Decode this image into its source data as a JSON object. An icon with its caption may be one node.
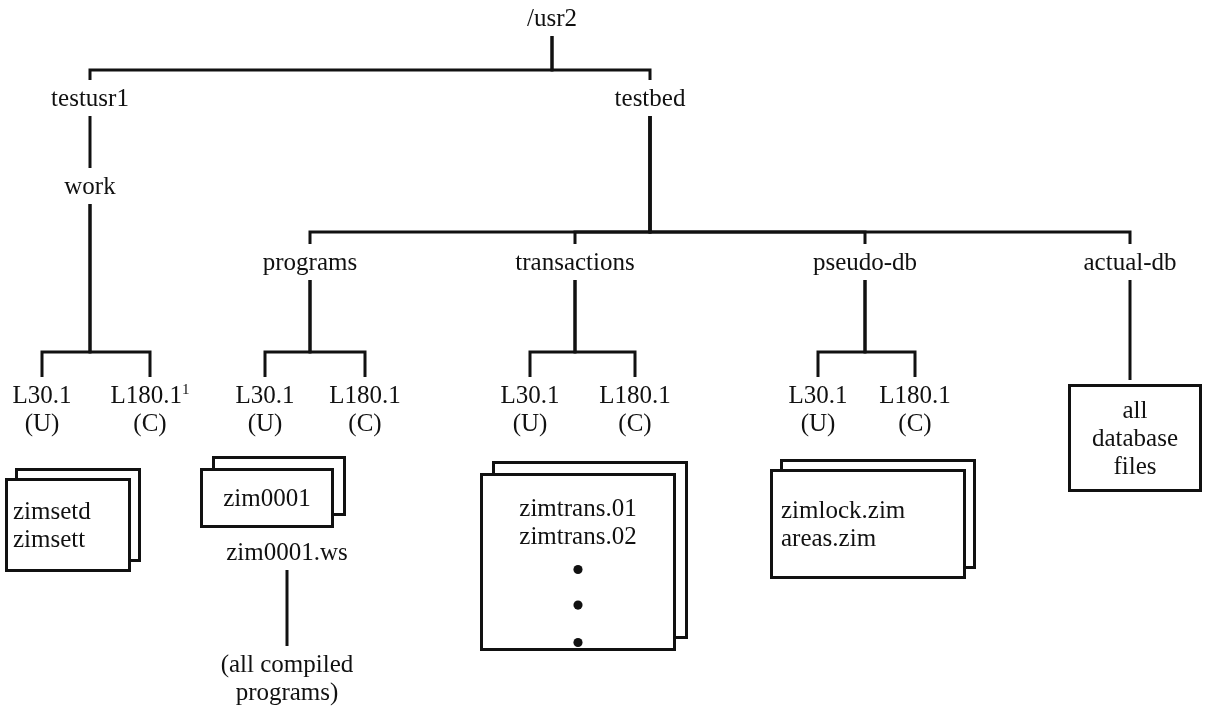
{
  "diagram": {
    "nodes": [
      {
        "text": [
          "/usr2"
        ]
      },
      {
        "text": [
          "testusr1"
        ]
      },
      {
        "text": [
          "testbed"
        ]
      },
      {
        "text": [
          "work"
        ]
      },
      {
        "text": [
          "programs"
        ]
      },
      {
        "text": [
          "transactions"
        ]
      },
      {
        "text": [
          "pseudo-db"
        ]
      },
      {
        "text": [
          "actual-db"
        ]
      },
      {
        "text": [
          "L30.1",
          "(U)"
        ]
      },
      {
        "text": [
          "L180.1$^{1}$",
          "(C)"
        ]
      },
      {
        "text": [
          "zimsetd",
          "zimsett"
        ]
      },
      {
        "text": [
          "L30.1",
          "(U)"
        ]
      },
      {
        "text": [
          "L180.1",
          "(C)"
        ]
      },
      {
        "text": [
          "zim0001"
        ]
      },
      {
        "text": [
          "zim0001.ws"
        ]
      },
      {
        "text": [
          "(all compiled programs)"
        ]
      },
      {
        "text": [
          "L30.1",
          "(U)"
        ]
      },
      {
        "text": [
          "L180.1",
          "(C)"
        ]
      },
      {
        "text": [
          "zimtrans.01",
          "zimtrans.02"
        ]
      },
      {
        "text": [
          "L30.1",
          "(U)"
        ]
      },
      {
        "text": [
          "L180.1",
          "(C)"
        ]
      },
      {
        "text": [
          "zimlock.zim",
          "areas.zim"
        ]
      },
      {
        "text": [
          "all database files"
        ]
      }
    ],
    "edges": [
      {
        "from": 0,
        "to": 1,
        "arrow": "none"
      },
      {
        "from": 0,
        "to": 2,
        "arrow": "none"
      },
      {
        "from": 1,
        "to": 3,
        "arrow": "none"
      },
      {
        "from": 2,
        "to": 4,
        "arrow": "none"
      },
      {
        "from": 2,
        "to": 5,
        "arrow": "none"
      },
      {
        "from": 2,
        "to": 6,
        "arrow": "none"
      },
      {
        "from": 2,
        "to": 7,
        "arrow": "none"
      },
      {
        "from": 3,
        "to": 8,
        "arrow": "none"
      },
      {
        "from": 3,
        "to": 9,
        "arrow": "none"
      },
      {
        "from": 4,
        "to": 11,
        "arrow": "none"
      },
      {
        "from": 4,
        "to": 12,
        "arrow": "none"
      },
      {
        "from": 5,
        "to": 16,
        "arrow": "none"
      },
      {
        "from": 5,
        "to": 17,
        "arrow": "none"
      },
      {
        "from": 6,
        "to": 19,
        "arrow": "none"
      },
      {
        "from": 6,
        "to": 20,
        "arrow": "none"
      },
      {
        "from": 7,
        "to": 22,
        "arrow": "none"
      },
      {
        "from": 14,
        "to": 15,
        "arrow": "none"
      }
    ]
  }
}
